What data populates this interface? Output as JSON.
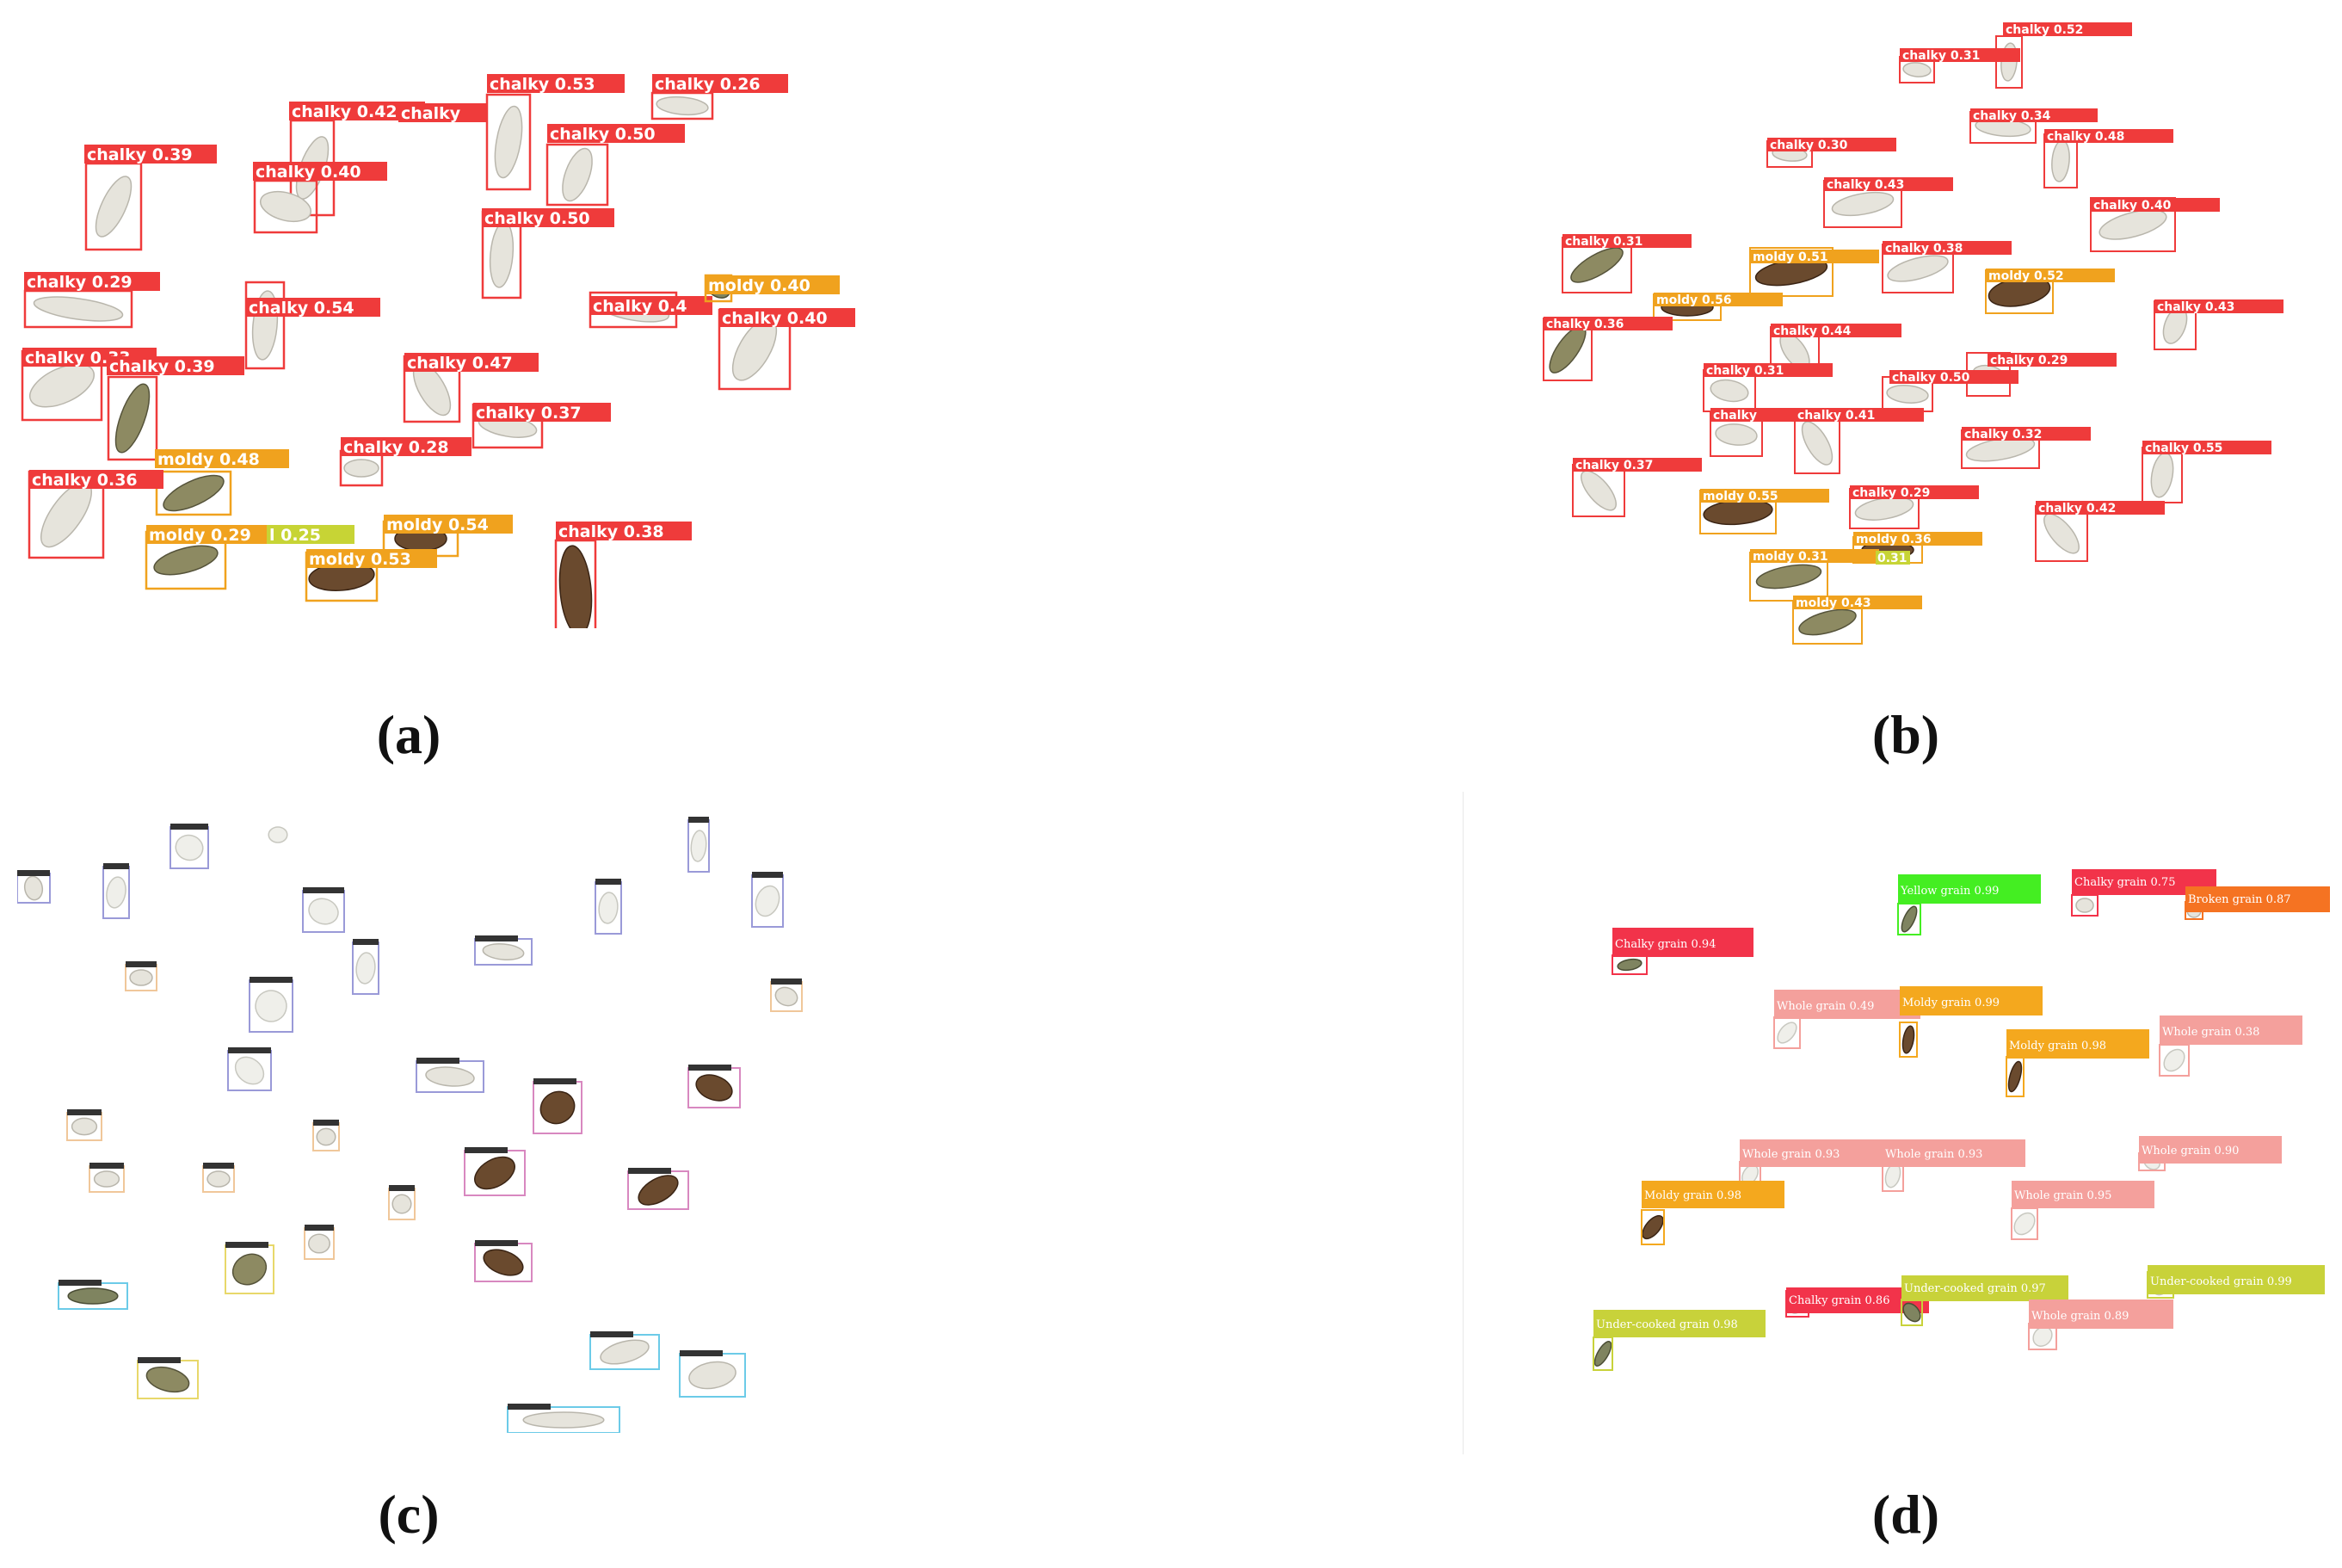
{
  "captions": {
    "a": "(a)",
    "b": "(b)",
    "c": "(c)",
    "d": "(d)"
  },
  "colors": {
    "chalky": "#ef3b3b",
    "moldy": "#f0a21e",
    "yellow": "#c7d435",
    "chalky_d": "#f2334a",
    "yellow_d": "#44ee22",
    "broken_d": "#f57322",
    "whole_d": "#f4a09c",
    "moldy_d": "#f4a81e",
    "under_d": "#c8d23a",
    "box_c_white": "#9a9ad8",
    "box_c_chalky": "#f0c79a",
    "box_c_moldy": "#d888c0",
    "box_c_yellow": "#e8d86a",
    "box_c_cyan": "#6ccbe8"
  },
  "panel_a": {
    "detections": [
      {
        "label": "chalky 0.39",
        "cls": "chalky"
      },
      {
        "label": "chalky 0.42",
        "cls": "chalky"
      },
      {
        "label": "chalky",
        "cls": "chalky"
      },
      {
        "label": "chalky 0.53",
        "cls": "chalky"
      },
      {
        "label": "chalky 0.26",
        "cls": "chalky"
      },
      {
        "label": "chalky 0.40",
        "cls": "chalky"
      },
      {
        "label": "chalky 0.50",
        "cls": "chalky"
      },
      {
        "label": "chalky 0.50",
        "cls": "chalky"
      },
      {
        "label": "chalky 0.29",
        "cls": "chalky"
      },
      {
        "label": "chalky 0.54",
        "cls": "chalky"
      },
      {
        "label": "chalky 0.4",
        "cls": "chalky"
      },
      {
        "label": "moldy 0.40",
        "cls": "moldy"
      },
      {
        "label": "chalky 0.40",
        "cls": "chalky"
      },
      {
        "label": "chalky 0.33",
        "cls": "chalky"
      },
      {
        "label": "chalky 0.39",
        "cls": "chalky"
      },
      {
        "label": "chalky 0.47",
        "cls": "chalky"
      },
      {
        "label": "chalky 0.37",
        "cls": "chalky"
      },
      {
        "label": "chalky 0.28",
        "cls": "chalky"
      },
      {
        "label": "moldy 0.48",
        "cls": "moldy"
      },
      {
        "label": "chalky 0.36",
        "cls": "chalky"
      },
      {
        "label": "moldy 0.54",
        "cls": "moldy"
      },
      {
        "label": "chalky 0.38",
        "cls": "chalky"
      },
      {
        "label": "moldy 0.29",
        "cls": "moldy"
      },
      {
        "label": "l 0.25",
        "cls": "yellow"
      },
      {
        "label": "moldy 0.53",
        "cls": "moldy"
      }
    ]
  },
  "panel_b": {
    "detections": [
      {
        "label": "chalky 0.52",
        "cls": "chalky"
      },
      {
        "label": "chalky 0.31",
        "cls": "chalky"
      },
      {
        "label": "chalky 0.34",
        "cls": "chalky"
      },
      {
        "label": "chalky 0.30",
        "cls": "chalky"
      },
      {
        "label": "chalky 0.48",
        "cls": "chalky"
      },
      {
        "label": "chalky 0.43",
        "cls": "chalky"
      },
      {
        "label": "chalky 0.40",
        "cls": "chalky"
      },
      {
        "label": "chalky 0.31",
        "cls": "chalky"
      },
      {
        "label": "moldy 0.51",
        "cls": "moldy"
      },
      {
        "label": "chalky 0.38",
        "cls": "chalky"
      },
      {
        "label": "moldy 0.52",
        "cls": "moldy"
      },
      {
        "label": "moldy 0.56",
        "cls": "moldy"
      },
      {
        "label": "chalky 0.36",
        "cls": "chalky"
      },
      {
        "label": "chalky 0.43",
        "cls": "chalky"
      },
      {
        "label": "chalky 0.44",
        "cls": "chalky"
      },
      {
        "label": "chalky 0.29",
        "cls": "chalky"
      },
      {
        "label": "chalky 0.31",
        "cls": "chalky"
      },
      {
        "label": "chalky 0.50",
        "cls": "chalky"
      },
      {
        "label": "chalky",
        "cls": "chalky"
      },
      {
        "label": "chalky 0.41",
        "cls": "chalky"
      },
      {
        "label": "chalky 0.32",
        "cls": "chalky"
      },
      {
        "label": "chalky 0.55",
        "cls": "chalky"
      },
      {
        "label": "chalky 0.37",
        "cls": "chalky"
      },
      {
        "label": "moldy 0.55",
        "cls": "moldy"
      },
      {
        "label": "chalky 0.29",
        "cls": "chalky"
      },
      {
        "label": "chalky 0.42",
        "cls": "chalky"
      },
      {
        "label": "moldy 0.36",
        "cls": "moldy"
      },
      {
        "label": "moldy 0.31",
        "cls": "moldy"
      },
      {
        "label": "0.31",
        "cls": "yellow"
      },
      {
        "label": "moldy 0.43",
        "cls": "moldy"
      }
    ]
  },
  "panel_c": {
    "boxes": [
      {
        "cls": "box_c_white"
      },
      {
        "cls": "box_c_white"
      },
      {
        "cls": "box_c_white"
      },
      {
        "cls": "box_c_white"
      },
      {
        "cls": "box_c_white"
      },
      {
        "cls": "box_c_white"
      },
      {
        "cls": "box_c_white"
      },
      {
        "cls": "box_c_white"
      },
      {
        "cls": "box_c_white"
      },
      {
        "cls": "box_c_white"
      },
      {
        "cls": "box_c_white"
      },
      {
        "cls": "box_c_white"
      },
      {
        "cls": "box_c_white"
      },
      {
        "cls": "box_c_chalky"
      },
      {
        "cls": "box_c_chalky"
      },
      {
        "cls": "box_c_chalky"
      },
      {
        "cls": "box_c_chalky"
      },
      {
        "cls": "box_c_chalky"
      },
      {
        "cls": "box_c_chalky"
      },
      {
        "cls": "box_c_chalky"
      },
      {
        "cls": "box_c_chalky"
      },
      {
        "cls": "box_c_moldy"
      },
      {
        "cls": "box_c_moldy"
      },
      {
        "cls": "box_c_moldy"
      },
      {
        "cls": "box_c_moldy"
      },
      {
        "cls": "box_c_moldy"
      },
      {
        "cls": "box_c_yellow"
      },
      {
        "cls": "box_c_yellow"
      },
      {
        "cls": "box_c_cyan"
      },
      {
        "cls": "box_c_cyan"
      },
      {
        "cls": "box_c_cyan"
      },
      {
        "cls": "box_c_cyan"
      }
    ]
  },
  "panel_d": {
    "detections": [
      {
        "label": "Yellow grain 0.99",
        "cls": "yellow_d"
      },
      {
        "label": "Chalky grain 0.75",
        "cls": "chalky_d"
      },
      {
        "label": "Broken grain 0.87",
        "cls": "broken_d"
      },
      {
        "label": "Chalky grain 0.94",
        "cls": "chalky_d"
      },
      {
        "label": "Whole grain 0.49",
        "cls": "whole_d"
      },
      {
        "label": "Moldy grain 0.99",
        "cls": "moldy_d"
      },
      {
        "label": "Moldy grain 0.98",
        "cls": "moldy_d"
      },
      {
        "label": "Whole grain 0.38",
        "cls": "whole_d"
      },
      {
        "label": "Whole grain 0.93",
        "cls": "whole_d"
      },
      {
        "label": "Whole grain 0.93",
        "cls": "whole_d"
      },
      {
        "label": "Whole grain 0.90",
        "cls": "whole_d"
      },
      {
        "label": "Moldy grain 0.98",
        "cls": "moldy_d"
      },
      {
        "label": "Whole grain 0.95",
        "cls": "whole_d"
      },
      {
        "label": "Chalky grain 0.86",
        "cls": "chalky_d"
      },
      {
        "label": "Under-cooked grain 0.97",
        "cls": "under_d"
      },
      {
        "label": "Under-cooked grain 0.99",
        "cls": "under_d"
      },
      {
        "label": "Whole grain 0.89",
        "cls": "whole_d"
      },
      {
        "label": "Under-cooked grain 0.98",
        "cls": "under_d"
      }
    ]
  }
}
